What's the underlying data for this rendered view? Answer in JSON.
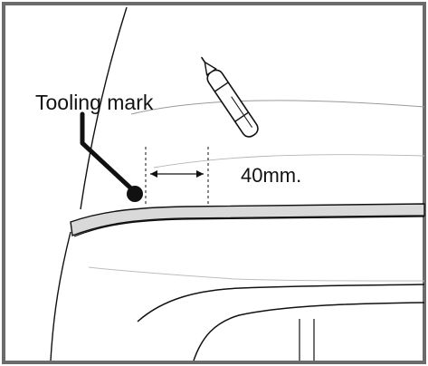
{
  "figure": {
    "annotations": {
      "tooling_mark_label": "Tooling mark",
      "distance_label": "40mm."
    },
    "icons": {
      "pen": "pen-icon",
      "marker_dot": "tooling-mark-dot"
    },
    "colors": {
      "frame": "#6b6b6b",
      "outline": "#111111",
      "molding_fill": "#d9d9d9",
      "background": "#ffffff"
    }
  }
}
